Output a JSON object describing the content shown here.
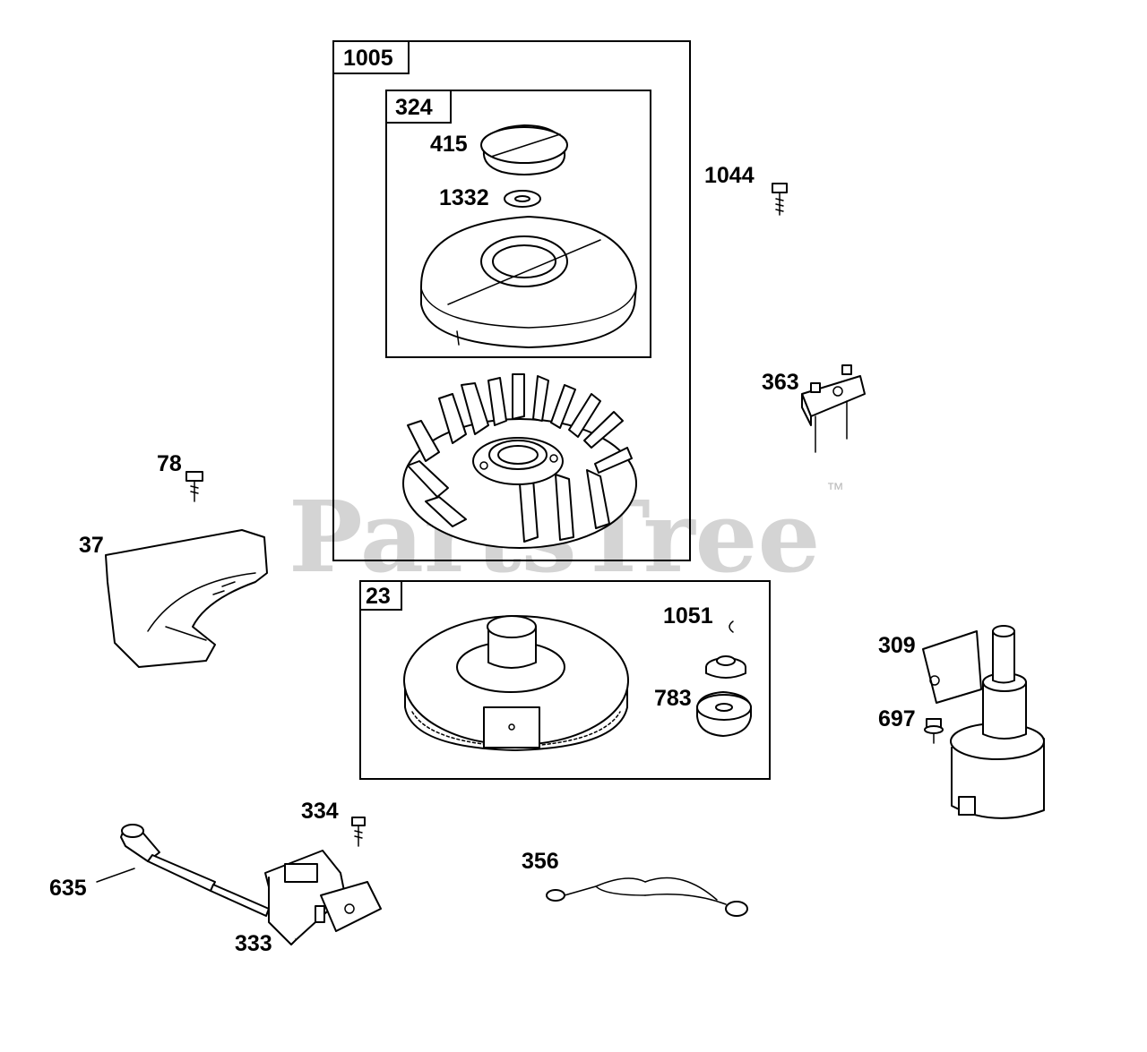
{
  "watermark": {
    "text": "PartsTree",
    "tm": "™"
  },
  "boxes": {
    "b1005": "1005",
    "b324": "324",
    "b23": "23"
  },
  "labels": {
    "p415": "415",
    "p1332": "1332",
    "p1044": "1044",
    "p363": "363",
    "p78": "78",
    "p37": "37",
    "p1051": "1051",
    "p783": "783",
    "p309": "309",
    "p697": "697",
    "p334": "334",
    "p356": "356",
    "p635": "635",
    "p333": "333"
  }
}
